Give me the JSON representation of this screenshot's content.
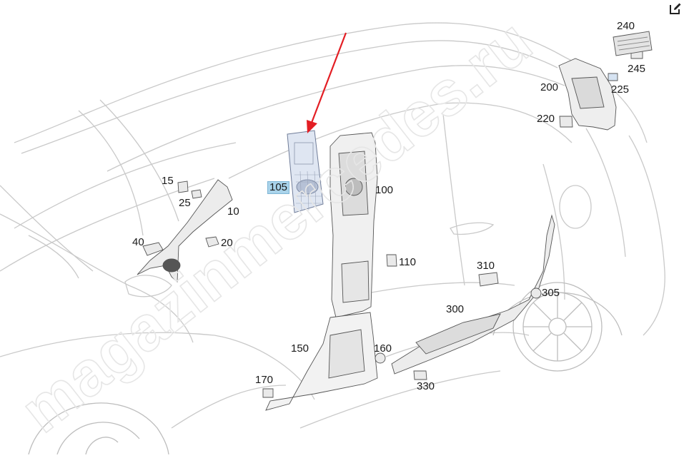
{
  "toolbar": {
    "edit_icon": "edit-icon"
  },
  "watermark": {
    "text": "magazinmercedes.ru"
  },
  "highlight": {
    "part": "105",
    "color": "#a9d3ea",
    "arrow_color": "#e31e24"
  },
  "labels": {
    "p10": "10",
    "p15": "15",
    "p20": "20",
    "p25": "25",
    "p40": "40",
    "p100": "100",
    "p105": "105",
    "p110": "110",
    "p150": "150",
    "p160": "160",
    "p170": "170",
    "p200": "200",
    "p220": "220",
    "p225": "225",
    "p240": "240",
    "p245": "245",
    "p300": "300",
    "p305": "305",
    "p310": "310",
    "p330": "330"
  }
}
